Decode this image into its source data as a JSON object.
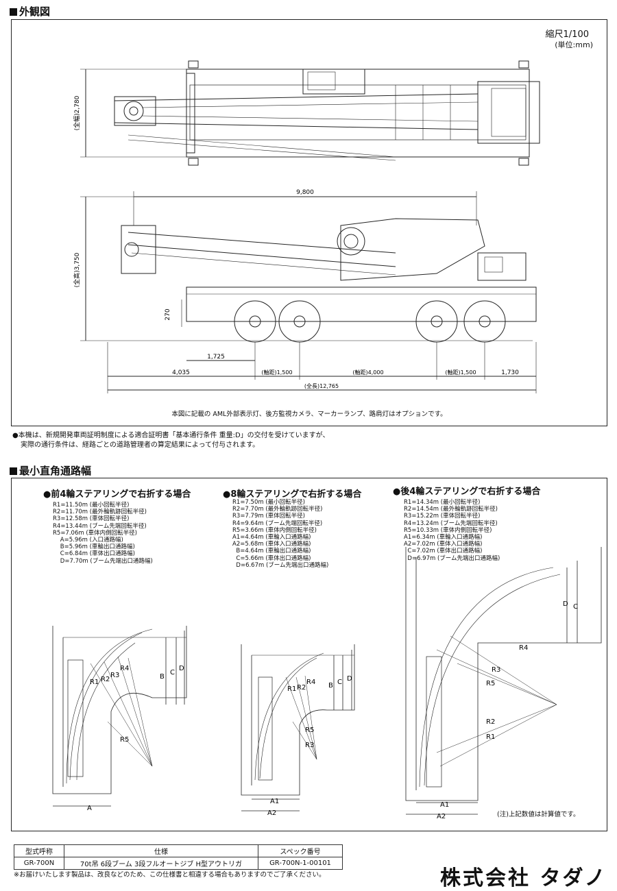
{
  "section1": {
    "title": "外観図",
    "scale": "縮尺1/100",
    "unit": "(単位:mm)",
    "top_view": {
      "width_dim": "(全幅)2,780"
    },
    "side_view": {
      "height_dim": "(全高)3,750",
      "boom_dim": "9,800",
      "ground_dim": "270",
      "dims": [
        "1,725",
        "4,035",
        "(軸距)1,500",
        "(軸距)4,000",
        "(軸距)1,500",
        "1,730",
        "(全長)12,765"
      ]
    },
    "caption": "本図に記載の AML外部表示灯、後方監視カメラ、マーカーランプ、路肩灯はオプションです。"
  },
  "cert_note": {
    "line1": "●本機は、新規開発車両証明制度による適合証明書「基本通行条件 重量:D」の交付を受けていますが、",
    "line2": "実際の通行条件は、経路ごとの道路管理者の算定結果によって付与されます。"
  },
  "section2": {
    "title": "最小直角通路幅",
    "cases": [
      {
        "title": "●前4輪ステアリングで右折する場合",
        "specs": "R1=11.50m (最小回転半径)\nR2=11.70m (最外輪軌跡回転半径)\nR3=12.58m (車体回転半径)\nR4=13.44m (ブーム先端回転半径)\nR5=7.06m (車体内側回転半径)\n    A=5.96m (入口通路幅)\n    B=5.96m (車輪出口通路幅)\n    C=6.84m (車体出口通路幅)\n    D=7.70m (ブーム先端出口通路幅)",
        "labels": [
          "R1",
          "R2",
          "R3",
          "R4",
          "R5",
          "A",
          "B",
          "C",
          "D"
        ]
      },
      {
        "title": "●8輪ステアリングで右折する場合",
        "specs": "R1=7.50m (最小回転半径)\nR2=7.70m (最外輪軌跡回転半径)\nR3=7.79m (車体回転半径)\nR4=9.64m (ブーム先端回転半径)\nR5=3.66m (車体内側回転半径)\nA1=4.64m (車輪入口通路幅)\nA2=5.68m (車体入口通路幅)\n  B=4.64m (車輪出口通路幅)\n  C=5.66m (車体出口通路幅)\n  D=6.67m (ブーム先端出口通路幅)",
        "labels": [
          "R1",
          "R2",
          "R3",
          "R4",
          "R5",
          "A1",
          "A2",
          "B",
          "C",
          "D"
        ]
      },
      {
        "title": "●後4輪ステアリングで右折する場合",
        "specs": "R1=14.34m (最小回転半径)\nR2=14.54m (最外輪軌跡回転半径)\nR3=15.22m (車体回転半径)\nR4=13.24m (ブーム先端回転半径)\nR5=10.33m (車体内側回転半径)\nA1=6.34m (車輪入口通路幅)\nA2=7.02m (車体入口通路幅)\n  C=7.02m (車体出口通路幅)\n  D=6.97m (ブーム先端出口通路幅)",
        "labels": [
          "R1",
          "R2",
          "R3",
          "R4",
          "R5",
          "A1",
          "A2",
          "C",
          "D"
        ]
      }
    ],
    "footnote": "(注)上記数値は計算値です。"
  },
  "spec_table": {
    "headers": [
      "型式呼称",
      "仕様",
      "スペック番号"
    ],
    "row": [
      "GR-700N",
      "70t吊 6段ブーム 3段フルオートジブ H型アウトリガ",
      "GR-700N-1-00101"
    ]
  },
  "disclaimer": "※お届けいたします製品は、改良などのため、この仕様書と相違する場合もありますのでご了承ください。",
  "company": "株式会社 タダノ"
}
